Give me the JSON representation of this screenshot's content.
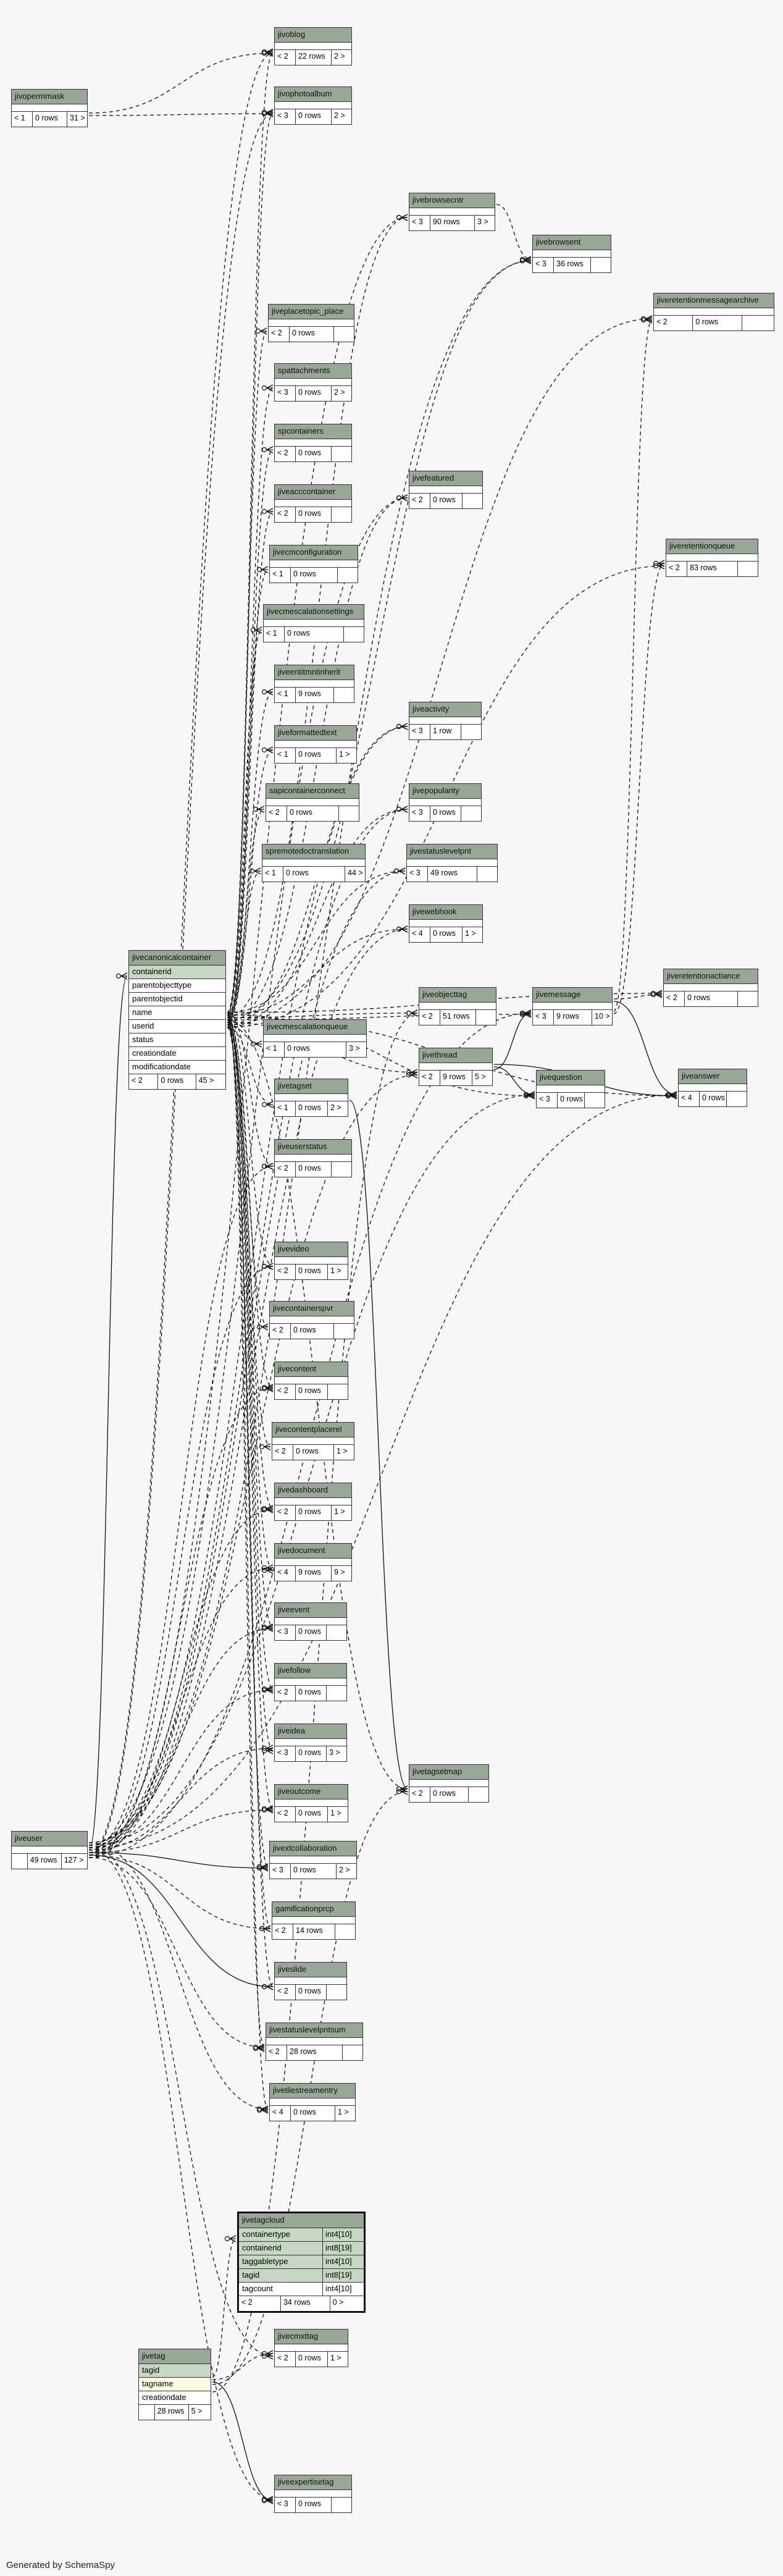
{
  "footer": "Generated by SchemaSpy",
  "tables": [
    {
      "id": "jivopermmask",
      "name": "jivopermmask",
      "s": [
        "< 1",
        "0 rows",
        "31 >"
      ]
    },
    {
      "id": "jivoblog",
      "name": "jivoblog",
      "s": [
        "< 2",
        "22 rows",
        "2 >"
      ]
    },
    {
      "id": "jivophotoalbum",
      "name": "jivophotoalbum",
      "s": [
        "< 3",
        "0 rows",
        "2 >"
      ]
    },
    {
      "id": "jivebrowsecntr",
      "name": "jivebrowsecntr",
      "s": [
        "< 3",
        "90 rows",
        "3 >"
      ]
    },
    {
      "id": "jivebrowsent",
      "name": "jivebrowsent",
      "s": [
        "< 3",
        "36 rows",
        ""
      ]
    },
    {
      "id": "jiveretentionmessagearchive",
      "name": "jiveretentionmessagearchive",
      "s": [
        "< 2",
        "0 rows",
        ""
      ]
    },
    {
      "id": "jiveplacetopic_place",
      "name": "jiveplacetopic_place",
      "s": [
        "< 2",
        "0 rows",
        ""
      ]
    },
    {
      "id": "spattachments",
      "name": "spattachments",
      "s": [
        "< 3",
        "0 rows",
        "2 >"
      ]
    },
    {
      "id": "spcontainers",
      "name": "spcontainers",
      "s": [
        "< 2",
        "0 rows",
        ""
      ]
    },
    {
      "id": "jivefeatured",
      "name": "jivefeatured",
      "s": [
        "< 2",
        "0 rows",
        ""
      ]
    },
    {
      "id": "jiveacccontainer",
      "name": "jiveacccontainer",
      "s": [
        "< 2",
        "0 rows",
        ""
      ]
    },
    {
      "id": "jiveretentionqueue",
      "name": "jiveretentionqueue",
      "s": [
        "< 2",
        "83 rows",
        ""
      ]
    },
    {
      "id": "jivecmconfiguration",
      "name": "jivecmconfiguration",
      "s": [
        "< 1",
        "0 rows",
        ""
      ]
    },
    {
      "id": "jivecmescalationsettings",
      "name": "jivecmescalationsettings",
      "s": [
        "< 1",
        "0 rows",
        ""
      ]
    },
    {
      "id": "jiveentitmntinherit",
      "name": "jiveentitmntinherit",
      "s": [
        "< 1",
        "9 rows",
        ""
      ]
    },
    {
      "id": "jiveactivity",
      "name": "jiveactivity",
      "s": [
        "< 3",
        "1 row",
        ""
      ]
    },
    {
      "id": "jiveformattedtext",
      "name": "jiveformattedtext",
      "s": [
        "< 1",
        "0 rows",
        "1 >"
      ]
    },
    {
      "id": "jivepopularity",
      "name": "jivepopularity",
      "s": [
        "< 3",
        "0 rows",
        ""
      ]
    },
    {
      "id": "sapicontainerconnect",
      "name": "sapicontainerconnect",
      "s": [
        "< 2",
        "0 rows",
        ""
      ]
    },
    {
      "id": "jivestatuslevelpnt",
      "name": "jivestatuslevelpnt",
      "s": [
        "< 3",
        "49 rows",
        ""
      ]
    },
    {
      "id": "spremotedoctranslation",
      "name": "spremotedoctranslation",
      "s": [
        "< 1",
        "0 rows",
        "44 >"
      ]
    },
    {
      "id": "jivewebhook",
      "name": "jivewebhook",
      "s": [
        "< 4",
        "0 rows",
        "1 >"
      ]
    },
    {
      "id": "jivecanonicalcontainer",
      "name": "jivecanonicalcontainer",
      "cols": [
        {
          "n": "containerid",
          "k": "pk"
        },
        {
          "n": "parentobjecttype",
          "k": ""
        },
        {
          "n": "parentobjectid",
          "k": ""
        },
        {
          "n": "name",
          "k": ""
        },
        {
          "n": "userid",
          "k": ""
        },
        {
          "n": "status",
          "k": ""
        },
        {
          "n": "creationdate",
          "k": ""
        },
        {
          "n": "modificationdate",
          "k": ""
        }
      ],
      "s": [
        "< 2",
        "0 rows",
        "45 >"
      ]
    },
    {
      "id": "jiveobjecttag",
      "name": "jiveobjecttag",
      "s": [
        "< 2",
        "51 rows",
        ""
      ]
    },
    {
      "id": "jivemessage",
      "name": "jivemessage",
      "s": [
        "< 3",
        "9 rows",
        "10 >"
      ]
    },
    {
      "id": "jiveretentionactiance",
      "name": "jiveretentionactiance",
      "s": [
        "< 2",
        "0 rows",
        ""
      ]
    },
    {
      "id": "jivecmescalationqueue",
      "name": "jivecmescalationqueue",
      "s": [
        "< 1",
        "0 rows",
        "3 >"
      ]
    },
    {
      "id": "jivethread",
      "name": "jivethread",
      "s": [
        "< 2",
        "9 rows",
        "5 >"
      ]
    },
    {
      "id": "jivequestion",
      "name": "jivequestion",
      "s": [
        "< 3",
        "0 rows",
        ""
      ]
    },
    {
      "id": "jiveanswer",
      "name": "jiveanswer",
      "s": [
        "< 4",
        "0 rows",
        ""
      ]
    },
    {
      "id": "jivetagset",
      "name": "jivetagset",
      "s": [
        "< 1",
        "0 rows",
        "2 >"
      ]
    },
    {
      "id": "jiveuserstatus",
      "name": "jiveuserstatus",
      "s": [
        "< 2",
        "0 rows",
        ""
      ]
    },
    {
      "id": "jivevideo",
      "name": "jivevideo",
      "s": [
        "< 2",
        "0 rows",
        "1 >"
      ]
    },
    {
      "id": "jivecontainerspvr",
      "name": "jivecontainerspvr",
      "s": [
        "< 2",
        "0 rows",
        ""
      ]
    },
    {
      "id": "jivecontent",
      "name": "jivecontent",
      "s": [
        "< 2",
        "0 rows",
        ""
      ]
    },
    {
      "id": "jivecontentplacerel",
      "name": "jivecontentplacerel",
      "s": [
        "< 2",
        "0 rows",
        "1 >"
      ]
    },
    {
      "id": "jivedashboard",
      "name": "jivedashboard",
      "s": [
        "< 2",
        "0 rows",
        "1 >"
      ]
    },
    {
      "id": "jivedocument",
      "name": "jivedocument",
      "s": [
        "< 4",
        "9 rows",
        "9 >"
      ]
    },
    {
      "id": "jiveevent",
      "name": "jiveevent",
      "s": [
        "< 3",
        "0 rows",
        ""
      ]
    },
    {
      "id": "jivefollow",
      "name": "jivefollow",
      "s": [
        "< 2",
        "0 rows",
        ""
      ]
    },
    {
      "id": "jiveidea",
      "name": "jiveidea",
      "s": [
        "< 3",
        "0 rows",
        "3 >"
      ]
    },
    {
      "id": "jiveoutcome",
      "name": "jiveoutcome",
      "s": [
        "< 2",
        "0 rows",
        "1 >"
      ]
    },
    {
      "id": "jivetagsetmap",
      "name": "jivetagsetmap",
      "s": [
        "< 2",
        "0 rows",
        ""
      ]
    },
    {
      "id": "jiveuser",
      "name": "jiveuser",
      "s": [
        "",
        "49 rows",
        "127 >"
      ]
    },
    {
      "id": "jivextcollaboration",
      "name": "jivextcollaboration",
      "s": [
        "< 3",
        "0 rows",
        "2 >"
      ]
    },
    {
      "id": "gamificationprcp",
      "name": "gamificationprcp",
      "s": [
        "< 2",
        "14 rows",
        ""
      ]
    },
    {
      "id": "jiveslide",
      "name": "jiveslide",
      "s": [
        "< 2",
        "0 rows",
        ""
      ]
    },
    {
      "id": "jivestatuslevelpntsum",
      "name": "jivestatuslevelpntsum",
      "s": [
        "< 2",
        "28 rows",
        ""
      ]
    },
    {
      "id": "jivetilestreamentry",
      "name": "jivetilestreamentry",
      "s": [
        "< 4",
        "0 rows",
        "1 >"
      ]
    },
    {
      "id": "jivetagcloud",
      "name": "jivetagcloud",
      "cols": [
        {
          "n": "containertype",
          "t": "int4[10]",
          "k": "pk"
        },
        {
          "n": "containerid",
          "t": "int8[19]",
          "k": "pk"
        },
        {
          "n": "taggabletype",
          "t": "int4[10]",
          "k": "pk"
        },
        {
          "n": "tagid",
          "t": "int8[19]",
          "k": "pk"
        },
        {
          "n": "tagcount",
          "t": "int4[10]",
          "k": ""
        }
      ],
      "s": [
        "< 2",
        "34 rows",
        "0 >"
      ]
    },
    {
      "id": "jivecmxttag",
      "name": "jivecmxttag",
      "s": [
        "< 2",
        "0 rows",
        "1 >"
      ]
    },
    {
      "id": "jivetag",
      "name": "jivetag",
      "cols": [
        {
          "n": "tagid",
          "k": "pk"
        },
        {
          "n": "tagname",
          "k": "fk"
        },
        {
          "n": "creationdate",
          "k": ""
        }
      ],
      "s": [
        "",
        "28 rows",
        "5 >"
      ]
    },
    {
      "id": "jiveexpertisetag",
      "name": "jiveexpertisetag",
      "s": [
        "< 3",
        "0 rows",
        ""
      ]
    }
  ]
}
